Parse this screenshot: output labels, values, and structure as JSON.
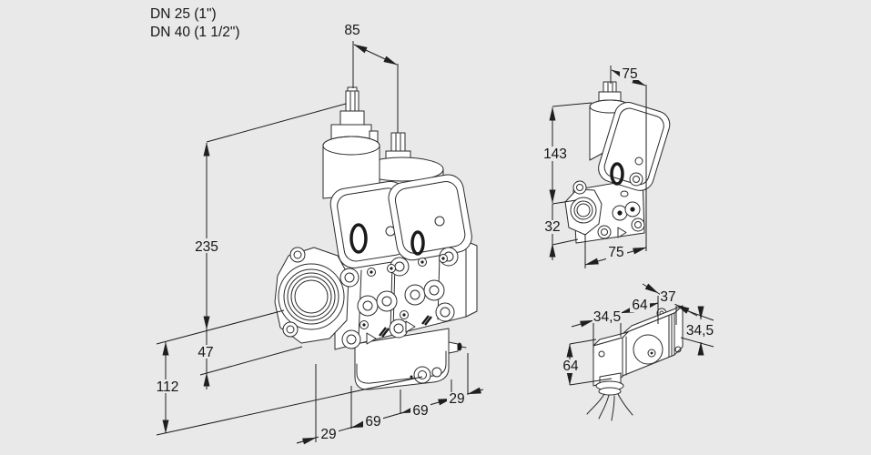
{
  "page": {
    "background_color": "#e9e9e9",
    "line_color": "#1f1f1f",
    "text_color": "#161616",
    "description": "Dimensional technical drawing of a gas double solenoid valve with side view and actuator detail"
  },
  "labels": {
    "dn_line1": "DN 25 (1\")",
    "dn_line2": "DN 40 (1 1/2\")"
  },
  "main_view": {
    "name": "double-valve-isometric-view",
    "dims": {
      "solenoid_spacing": "85",
      "height_above_axis": "235",
      "axis_to_body_bottom": "47",
      "axis_to_module_bottom": "112",
      "chain": [
        "29",
        "69",
        "69",
        "29"
      ]
    }
  },
  "side_view": {
    "name": "single-valve-side-view",
    "dims": {
      "top_width": "75",
      "height_above_axis": "143",
      "axis_to_bottom": "32",
      "bottom_width": "75"
    }
  },
  "detail_view": {
    "name": "solenoid-actuator-detail",
    "dims": {
      "connector_width": "34,5",
      "body_length": "64",
      "body_depth": "37",
      "body_height": "34,5",
      "connector_height": "64"
    }
  }
}
